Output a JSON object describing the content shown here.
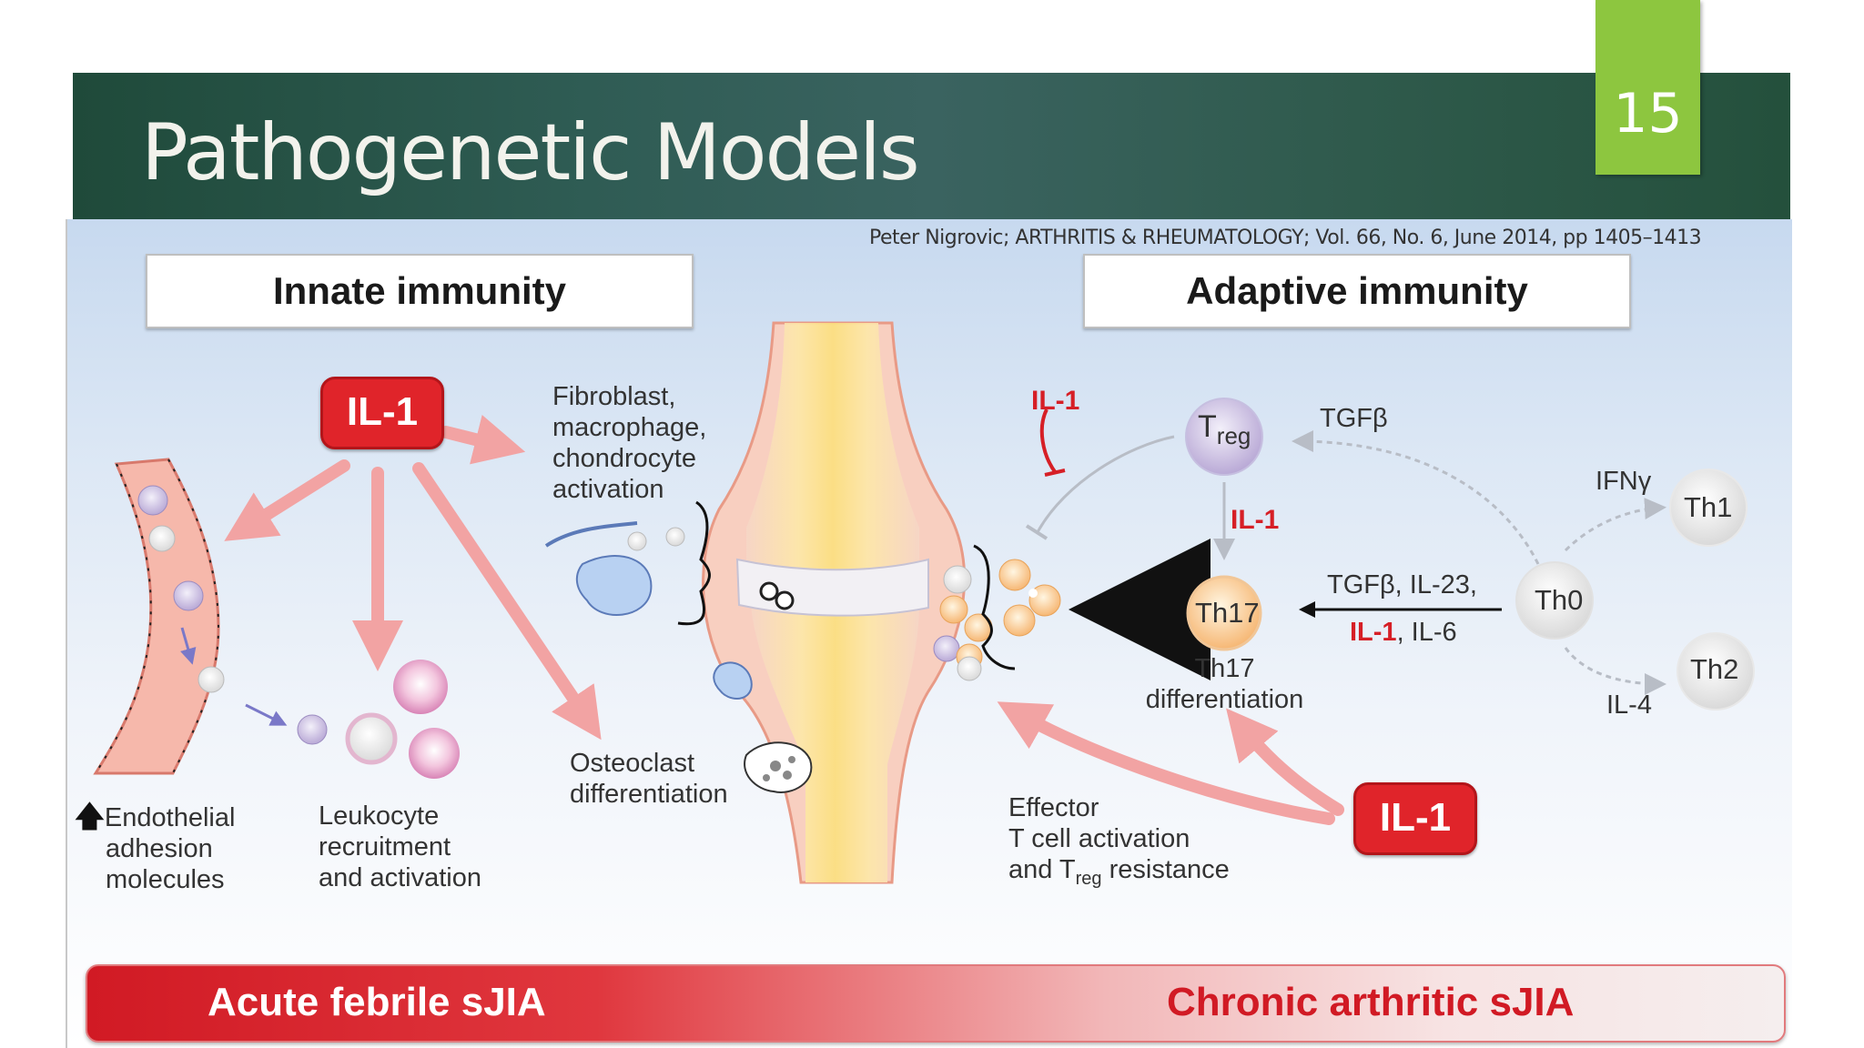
{
  "slide": {
    "title": "Pathogenetic Models",
    "page_number": "15",
    "citation": "Peter Nigrovic; ARTHRITIS & RHEUMATOLOGY; Vol. 66, No. 6, June 2014, pp 1405–1413"
  },
  "figure": {
    "innate_heading": "Innate immunity",
    "adaptive_heading": "Adaptive immunity",
    "il1": "IL-1",
    "fibroblast": [
      "Fibroblast,",
      "macrophage,",
      "chondrocyte",
      "activation"
    ],
    "endothelial": [
      "Endothelial",
      "adhesion",
      "molecules"
    ],
    "leukocyte": [
      "Leukocyte",
      "recruitment",
      "and activation"
    ],
    "osteoclast": [
      "Osteoclast",
      "differentiation"
    ],
    "effector": [
      "Effector",
      "T cell activation",
      "and T",
      "reg",
      " resistance"
    ],
    "treg_main": "T",
    "treg_sub": "reg",
    "th17": "Th17",
    "th17_diff": [
      "Th17",
      "differentiation"
    ],
    "th0": "Th0",
    "th1": "Th1",
    "th2": "Th2",
    "tgfb": "TGFβ",
    "ifng": "IFNγ",
    "il4": "IL-4",
    "tgfb_il23": "TGFβ, IL-23,",
    "il6": ", IL-6",
    "acute": "Acute febrile sJIA",
    "chronic": "Chronic arthritic sJIA"
  },
  "colors": {
    "il1_red": "#e0242a",
    "title_bar": "#2f5c54",
    "page_badge": "#8dc63f"
  }
}
